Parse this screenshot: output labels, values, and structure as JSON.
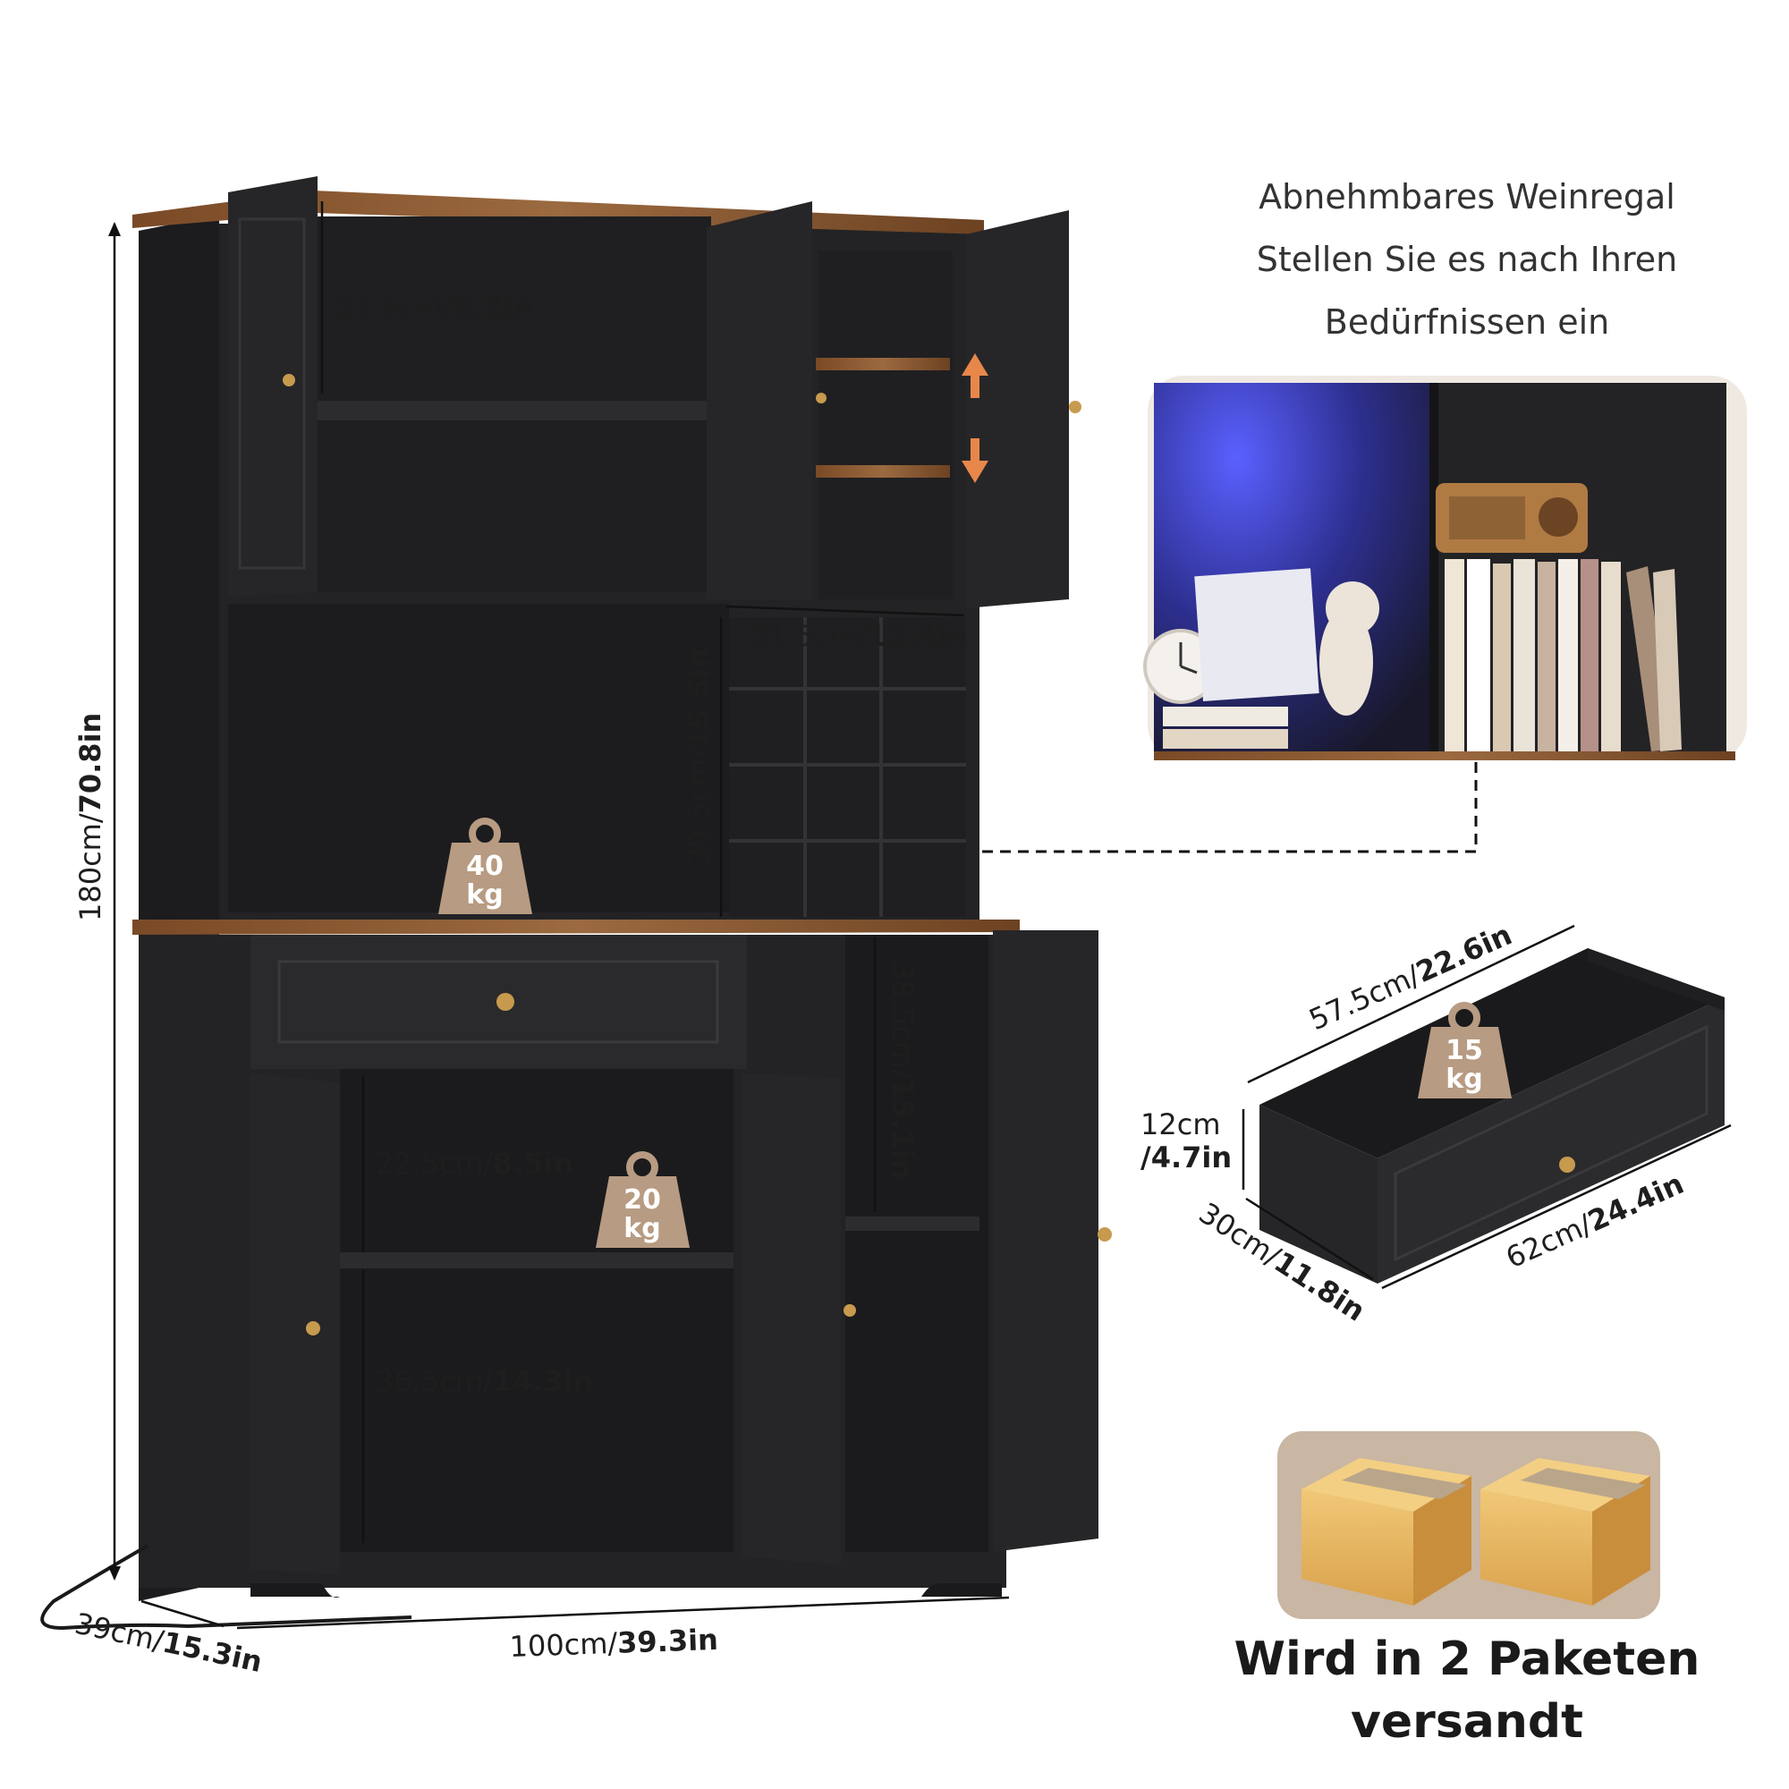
{
  "feature": {
    "title": "Abnehmbares Weinregal",
    "line2": "Stellen Sie es nach Ihren",
    "line3": "Bedürfnissen ein"
  },
  "dimensions": {
    "height_cm": "180cm/",
    "height_in": "70.8in",
    "width_cm": "100cm/",
    "width_in": "39.3in",
    "depth_cm": "39cm/",
    "depth_in": "15.3in",
    "top_shelf_cm": "23.5cm/",
    "top_shelf_in": "9.2in",
    "wine_width_cm": "31.5cm/",
    "wine_width_in": "12.4in",
    "wine_height_cm": "39.5cm/",
    "wine_height_in": "15.5in",
    "right_cab_cm": "38.5cm/",
    "right_cab_in": "15.1in",
    "lower_shelf_upper_cm": "22.5cm/",
    "lower_shelf_upper_in": "8.5in",
    "lower_shelf_lower_cm": "36.5cm/",
    "lower_shelf_lower_in": "14.3in"
  },
  "drawer": {
    "inner_length_cm": "57.5cm/",
    "inner_length_in": "22.6in",
    "height_cm": "12cm",
    "height_in": "/4.7in",
    "depth_cm": "30cm/",
    "depth_in": "11.8in",
    "outer_length_cm": "62cm/",
    "outer_length_in": "24.4in"
  },
  "weights": {
    "counter": {
      "value": "40",
      "unit": "kg"
    },
    "shelf": {
      "value": "20",
      "unit": "kg"
    },
    "drawer": {
      "value": "15",
      "unit": "kg"
    }
  },
  "shipping": {
    "line1": "Wird in 2 Paketen",
    "line2": "versandt"
  },
  "colors": {
    "cabinet": "#232325",
    "wood": "#8a5a34",
    "weight_badge": "#b79b82",
    "arrow": "#e8874a",
    "led": "#3b3fd8"
  }
}
